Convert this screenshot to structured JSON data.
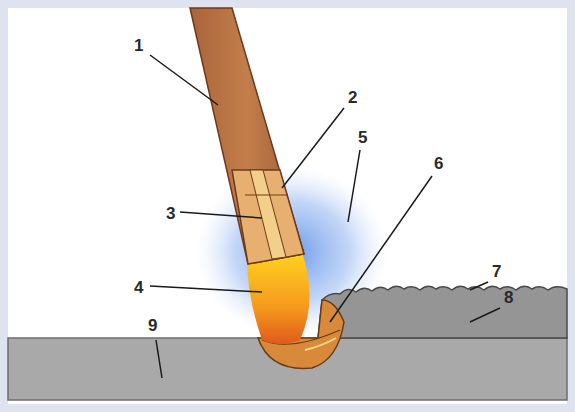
{
  "diagram": {
    "labels": [
      "1",
      "2",
      "3",
      "4",
      "5",
      "6",
      "7",
      "8",
      "9"
    ]
  }
}
